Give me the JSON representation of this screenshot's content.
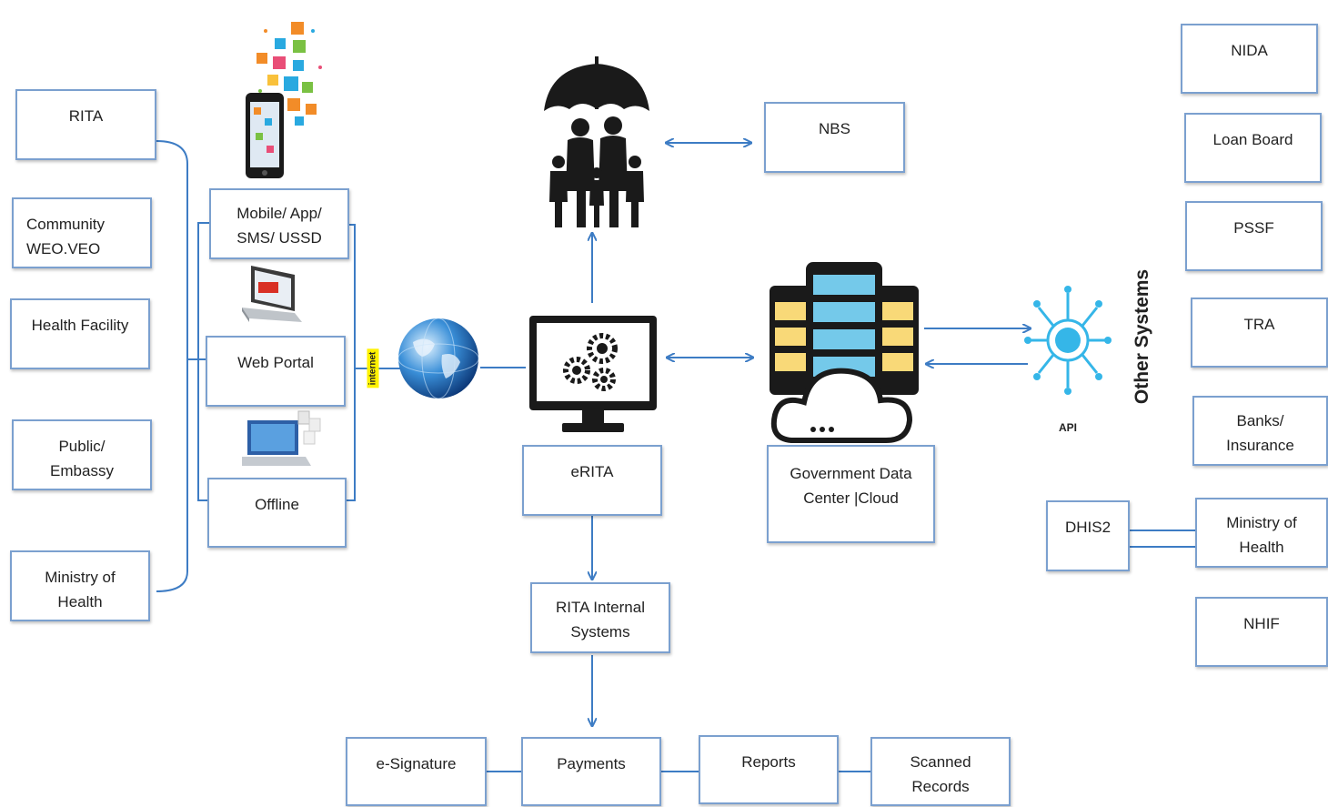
{
  "sources": [
    {
      "id": "rita",
      "label": "RITA"
    },
    {
      "id": "community",
      "label": "Community\nWEO.VEO"
    },
    {
      "id": "health-facility",
      "label": "Health Facility"
    },
    {
      "id": "public-embassy",
      "label": "Public/\nEmbassy"
    },
    {
      "id": "ministry-of-health-left",
      "label": "Ministry of\nHealth"
    }
  ],
  "channels": [
    {
      "id": "mobile",
      "label": "Mobile/ App/\nSMS/ USSD"
    },
    {
      "id": "web-portal",
      "label": "Web Portal"
    },
    {
      "id": "offline",
      "label": "Offline"
    }
  ],
  "internet_label": "internet",
  "core": {
    "nbs": "NBS",
    "erita": "eRITA",
    "gov_dc": "Government Data\nCenter |Cloud",
    "internal": "RITA Internal\nSystems"
  },
  "bottom": [
    {
      "id": "e-signature",
      "label": "e-Signature"
    },
    {
      "id": "payments",
      "label": "Payments"
    },
    {
      "id": "reports",
      "label": "Reports"
    },
    {
      "id": "scanned-records",
      "label": "Scanned\nRecords"
    }
  ],
  "api_label": "API",
  "other_systems_label": "Other Systems",
  "other_systems": [
    {
      "id": "nida",
      "label": "NIDA"
    },
    {
      "id": "loan-board",
      "label": "Loan Board"
    },
    {
      "id": "pssf",
      "label": "PSSF"
    },
    {
      "id": "tra",
      "label": "TRA"
    },
    {
      "id": "banks-insurance",
      "label": "Banks/\nInsurance"
    },
    {
      "id": "ministry-of-health-right",
      "label": "Ministry of\nHealth"
    },
    {
      "id": "nhif",
      "label": "NHIF"
    }
  ],
  "dhis2": "DHIS2",
  "colors": {
    "line": "#3d7cc4",
    "box_border": "#7ba0cf",
    "icon_dark": "#1a1a1a",
    "accent": "#35b6e8"
  }
}
